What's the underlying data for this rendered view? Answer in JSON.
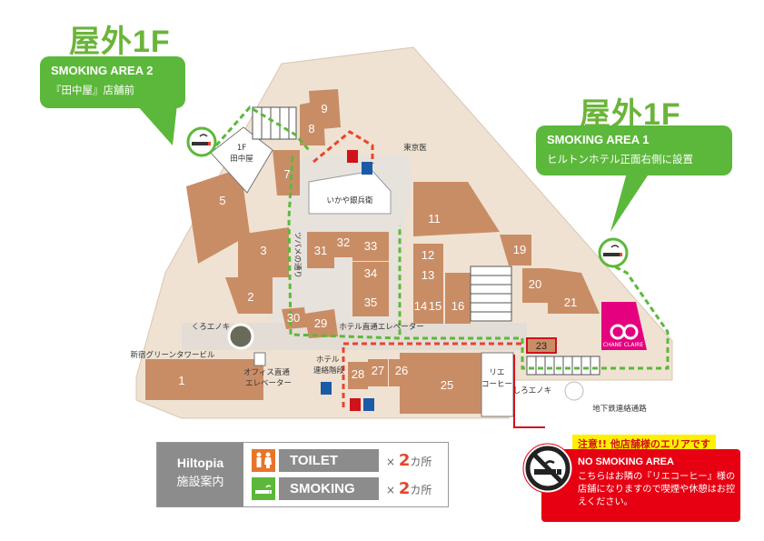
{
  "floor_label": "屋外1F",
  "smoking_area_2": {
    "title": "SMOKING AREA 2",
    "desc": "『田中屋』店舗前"
  },
  "smoking_area_1": {
    "title": "SMOKING AREA 1",
    "desc": "ヒルトンホテル正面右側に設置"
  },
  "shops": [
    {
      "n": "1"
    },
    {
      "n": "2"
    },
    {
      "n": "3"
    },
    {
      "n": "5"
    },
    {
      "n": "7"
    },
    {
      "n": "8"
    },
    {
      "n": "9"
    },
    {
      "n": "11"
    },
    {
      "n": "12"
    },
    {
      "n": "13"
    },
    {
      "n": "14"
    },
    {
      "n": "15"
    },
    {
      "n": "16"
    },
    {
      "n": "19"
    },
    {
      "n": "20"
    },
    {
      "n": "21"
    },
    {
      "n": "23"
    },
    {
      "n": "25"
    },
    {
      "n": "26"
    },
    {
      "n": "27"
    },
    {
      "n": "28"
    },
    {
      "n": "29"
    },
    {
      "n": "30"
    },
    {
      "n": "31"
    },
    {
      "n": "32"
    },
    {
      "n": "33"
    },
    {
      "n": "34"
    },
    {
      "n": "35"
    }
  ],
  "labels": {
    "tanakaya": "1F\n田中屋",
    "ikaya": "いかや銀兵衛",
    "tsubame": "ツバメの通り",
    "kuroenoki": "くろエノキ",
    "green_tower": "新宿グリーンタワービル",
    "hotel_elevator": "ホテル直通エレベーター",
    "hotel_stairs": "ホテル\n連絡階段",
    "office_elevator": "オフィス直通\nエレベーター",
    "rie_coffee": "リエ\nコーヒー",
    "shiroenoki": "しろエノキ",
    "subway": "地下鉄連絡通路",
    "tokyo_dome": "東京医",
    "chane_claire": "CHANE CLAIRE"
  },
  "legend": {
    "brand": "Hiltopia",
    "sub": "施設案内",
    "toilet": "TOILET",
    "toilet_count_prefix": "×",
    "toilet_count": "2",
    "toilet_unit": "カ所",
    "smoking": "SMOKING",
    "smoking_count_prefix": "×",
    "smoking_count": "2",
    "smoking_unit": "カ所"
  },
  "warning": {
    "banner": "注意!! 他店舗様のエリアです",
    "title": "NO SMOKING AREA",
    "desc": "こちらはお隣の『リエコーヒー』様の店舗になりますので喫煙や休憩はお控えください。"
  },
  "colors": {
    "green": "#5cb83a",
    "red": "#e60012",
    "shop": "#c98d66",
    "floor": "#efe2d2",
    "pink": "#e5007f"
  }
}
